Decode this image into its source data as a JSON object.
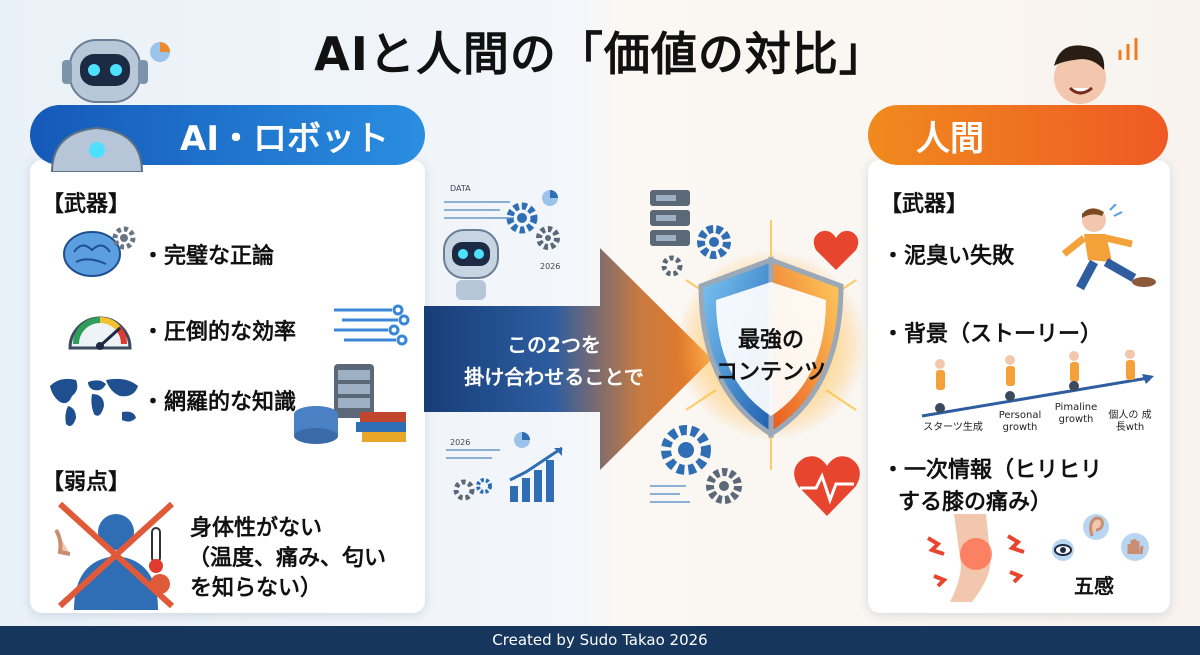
{
  "title": "AIと人間の「価値の対比」",
  "left": {
    "banner": "AI・ロボット",
    "weapons_heading": "【武器】",
    "weapons": [
      {
        "label": "・完璧な正論",
        "icon": "brain-gear-icon"
      },
      {
        "label": "・圧倒的な効率",
        "icon": "speedometer-icon"
      },
      {
        "label": "・網羅的な知識",
        "icon": "world-map-icon"
      }
    ],
    "weakness_heading": "【弱点】",
    "weakness_lines": [
      "身体性がない",
      "（温度、痛み、匂い",
      "を知らない）"
    ]
  },
  "center": {
    "arrow_lines": [
      "この2つを",
      "掛け合わせることで"
    ],
    "shield_lines": [
      "最強の",
      "コンテンツ"
    ],
    "deco_data": "DATA",
    "deco_year_1": "2026",
    "deco_year_2": "2026"
  },
  "right": {
    "banner": "人間",
    "weapons_heading": "【武器】",
    "items": [
      "・泥臭い失敗",
      "・背景（ストーリー）"
    ],
    "growth_labels": [
      "スターツ生成",
      "Personal growth",
      "Pimaline growth",
      "個人の 成長wth"
    ],
    "firsthand_lines": [
      "・一次情報（ヒリヒリ",
      "する膝の痛み）"
    ],
    "senses_label": "五感"
  },
  "footer": "Created by Sudo Takao 2026",
  "colors": {
    "ai_blue": "#1559b8",
    "human_orange": "#f08a1e",
    "footer_navy": "#16365e"
  }
}
